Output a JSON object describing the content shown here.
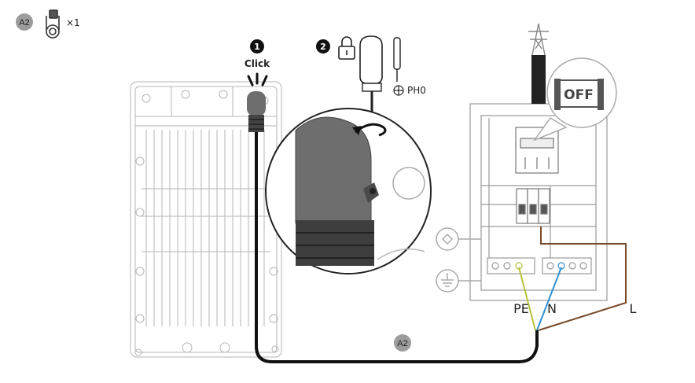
{
  "kit": {
    "badge": "A2",
    "quantity": "×1"
  },
  "step1": {
    "number": "1",
    "label": "Click"
  },
  "step2": {
    "number": "2",
    "tool": "PH0"
  },
  "breaker": {
    "state": "OFF"
  },
  "wires": {
    "pe": "PE",
    "n": "N",
    "l": "L"
  },
  "cable": {
    "badge": "A2"
  },
  "colors": {
    "brown": "#7a4a2a",
    "blue": "#2e8fd0",
    "green_yellow": "#b9c23a",
    "outline": "#9a9a9a",
    "dark": "#555555"
  }
}
